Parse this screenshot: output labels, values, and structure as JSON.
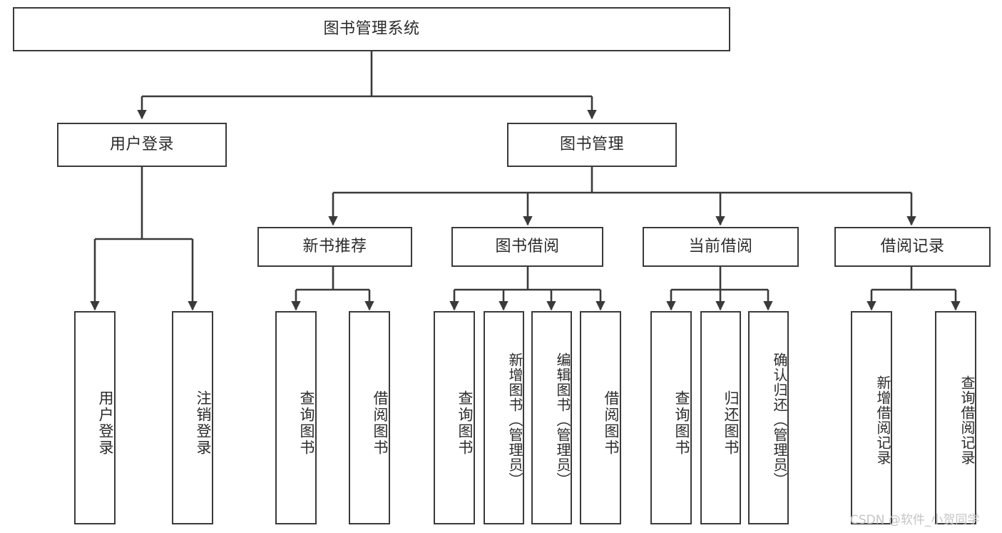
{
  "diagram": {
    "title": "图书管理系统",
    "type": "tree-hierarchy-diagram",
    "root": {
      "label": "图书管理系统"
    },
    "level2": [
      {
        "label": "用户登录"
      },
      {
        "label": "图书管理"
      }
    ],
    "level3": [
      {
        "label": "新书推荐"
      },
      {
        "label": "图书借阅"
      },
      {
        "label": "当前借阅"
      },
      {
        "label": "借阅记录"
      }
    ],
    "leaves": {
      "user_login": [
        {
          "label": "用户登录"
        },
        {
          "label": "注销登录"
        }
      ],
      "new_book_recommend": [
        {
          "label": "查询图书"
        },
        {
          "label": "借阅图书"
        }
      ],
      "book_borrow": [
        {
          "label": "查询图书"
        },
        {
          "label": "新增图书（管理员）"
        },
        {
          "label": "编辑图书（管理员）"
        },
        {
          "label": "借阅图书"
        }
      ],
      "current_borrow": [
        {
          "label": "查询图书"
        },
        {
          "label": "归还图书"
        },
        {
          "label": "确认归还（管理员）"
        }
      ],
      "borrow_record": [
        {
          "label": "新增借阅记录"
        },
        {
          "label": "查询借阅记录"
        }
      ]
    },
    "watermark": "CSDN @软件_小贺同学",
    "colors": {
      "border": "#3a3a3a",
      "text": "#2b2b2b",
      "background": "#ffffff",
      "watermark": "#c4c4c4"
    }
  }
}
